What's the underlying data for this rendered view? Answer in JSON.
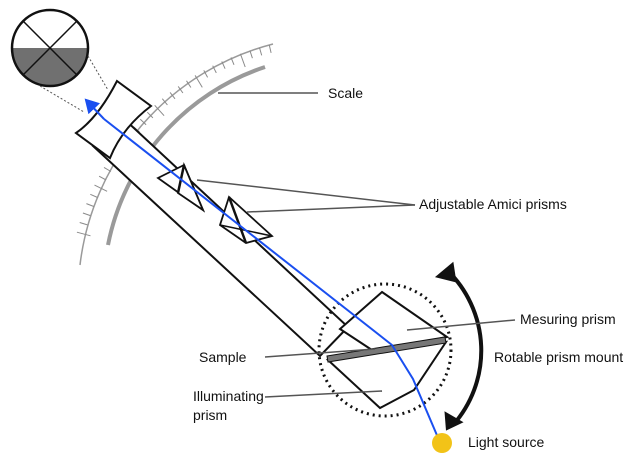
{
  "labels": {
    "scale": "Scale",
    "amici": "Adjustable Amici prisms",
    "measuring": "Mesuring prism",
    "rotable": "Rotable prism mount",
    "sample": "Sample",
    "illum_1": "Illuminating",
    "illum_2": "prism",
    "light": "Light source"
  },
  "colors": {
    "ray": "#1a4ff0",
    "light": "#f2c318",
    "ink": "#111111",
    "scale": "#8a8a8a",
    "field_dark": "#6e6e6e"
  },
  "icons": {
    "eyepiece_view": "circle-field-icon",
    "light_source": "sun-dot-icon"
  }
}
